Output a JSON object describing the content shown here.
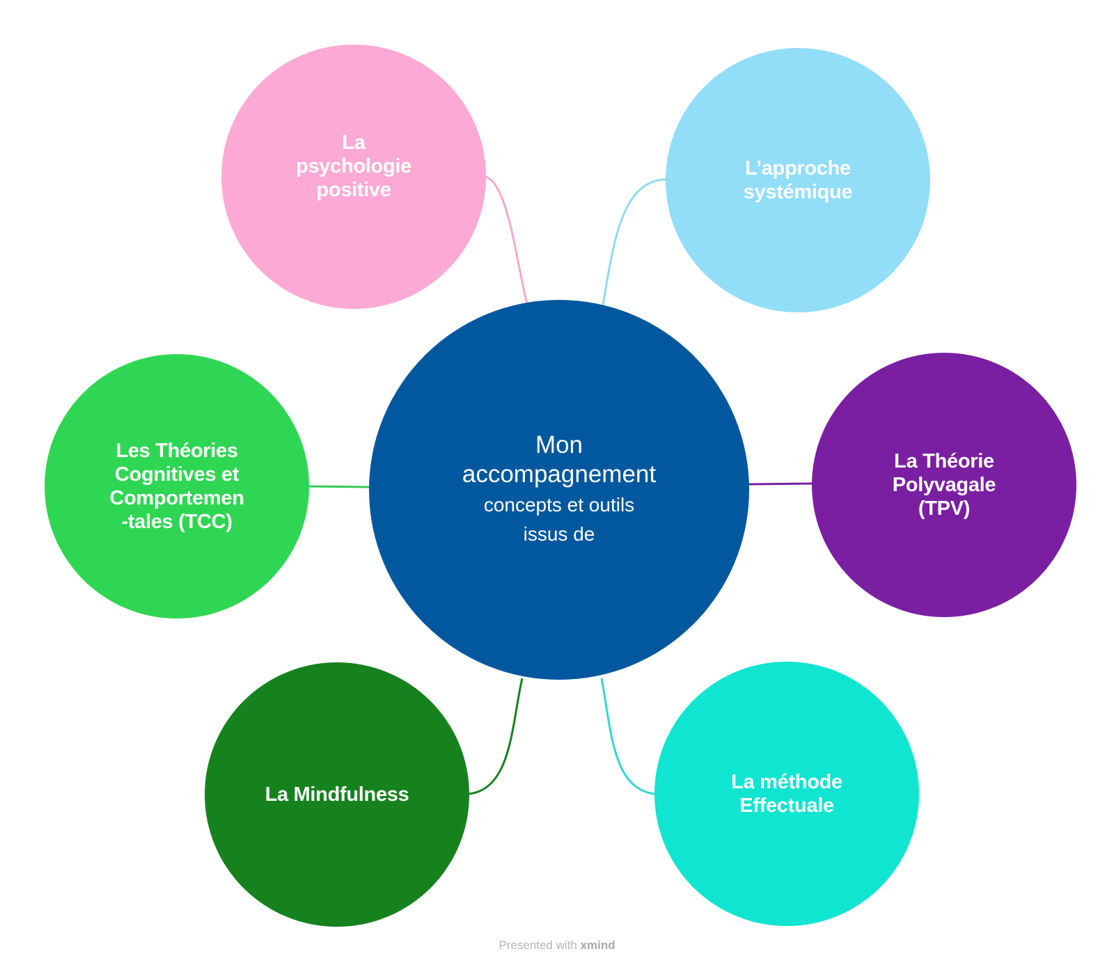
{
  "center": {
    "title": "Mon\naccompagnement",
    "subtitle": "concepts et outils\nissus de",
    "color": "#02589e"
  },
  "branches": [
    {
      "id": "psychologie",
      "label": "La\npsychologie\npositive",
      "color": "#fcaad5",
      "line_color": "#f7a8d0"
    },
    {
      "id": "systemique",
      "label": "L’approche\nsystémique",
      "color": "#92ddf8",
      "line_color": "#8fd9f5"
    },
    {
      "id": "tcc",
      "label": "Les Théories\nCognitives et\nComportemen\n-tales (TCC)",
      "color": "#2fd653",
      "line_color": "#35c95a"
    },
    {
      "id": "tpv",
      "label": "La Théorie\nPolyvagale\n(TPV)",
      "color": "#7b1fa2",
      "line_color": "#7b1fa2"
    },
    {
      "id": "mindfulness",
      "label": "La Mindfulness",
      "color": "#16821e",
      "line_color": "#16821e"
    },
    {
      "id": "effectuale",
      "label": "La méthode\nEffectuale",
      "color": "#0fe5d0",
      "line_color": "#32d8d0"
    }
  ],
  "footer": {
    "prefix": "Presented with ",
    "brand": "xmind"
  }
}
